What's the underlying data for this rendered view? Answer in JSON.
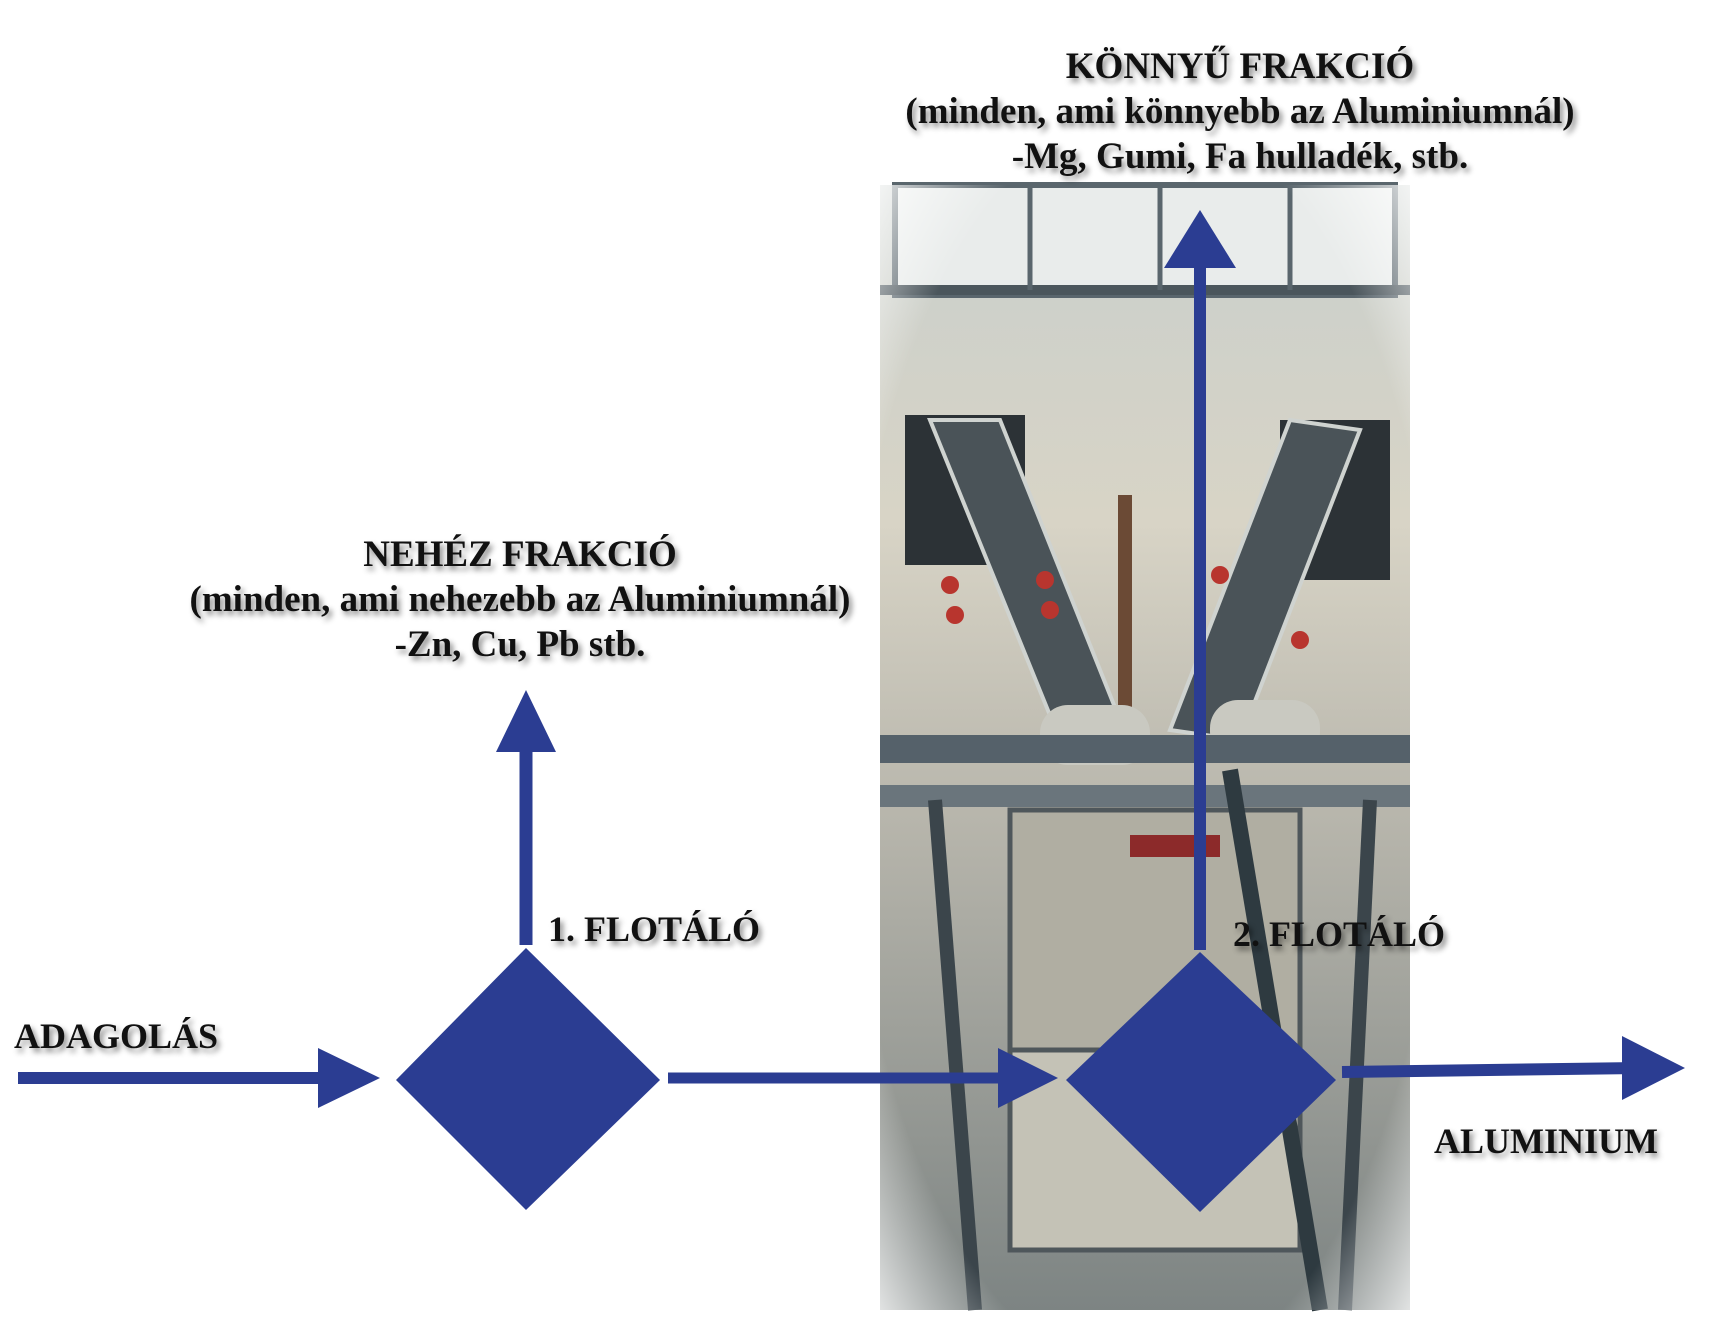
{
  "labels": {
    "light_fraction": {
      "title": "KÖNNYŰ FRAKCIÓ",
      "line2": "(minden, ami könnyebb az Aluminiumnál)",
      "line3": "-Mg, Gumi, Fa hulladék, stb."
    },
    "heavy_fraction": {
      "title": "NEHÉZ FRAKCIÓ",
      "line2": "(minden, ami nehezebb az Aluminiumnál)",
      "line3": "-Zn, Cu, Pb stb."
    },
    "feed": "ADAGOLÁS",
    "flotator_1": "1. FLOTÁLÓ",
    "flotator_2": "2. FLOTÁLÓ",
    "output": "ALUMINIUM"
  },
  "colors": {
    "flow_blue": "#2b3d92",
    "photo_wall": "#d6d6cc",
    "photo_steel": "#5e6a74"
  },
  "icons": {
    "photo": "flotation-machine-photo"
  }
}
